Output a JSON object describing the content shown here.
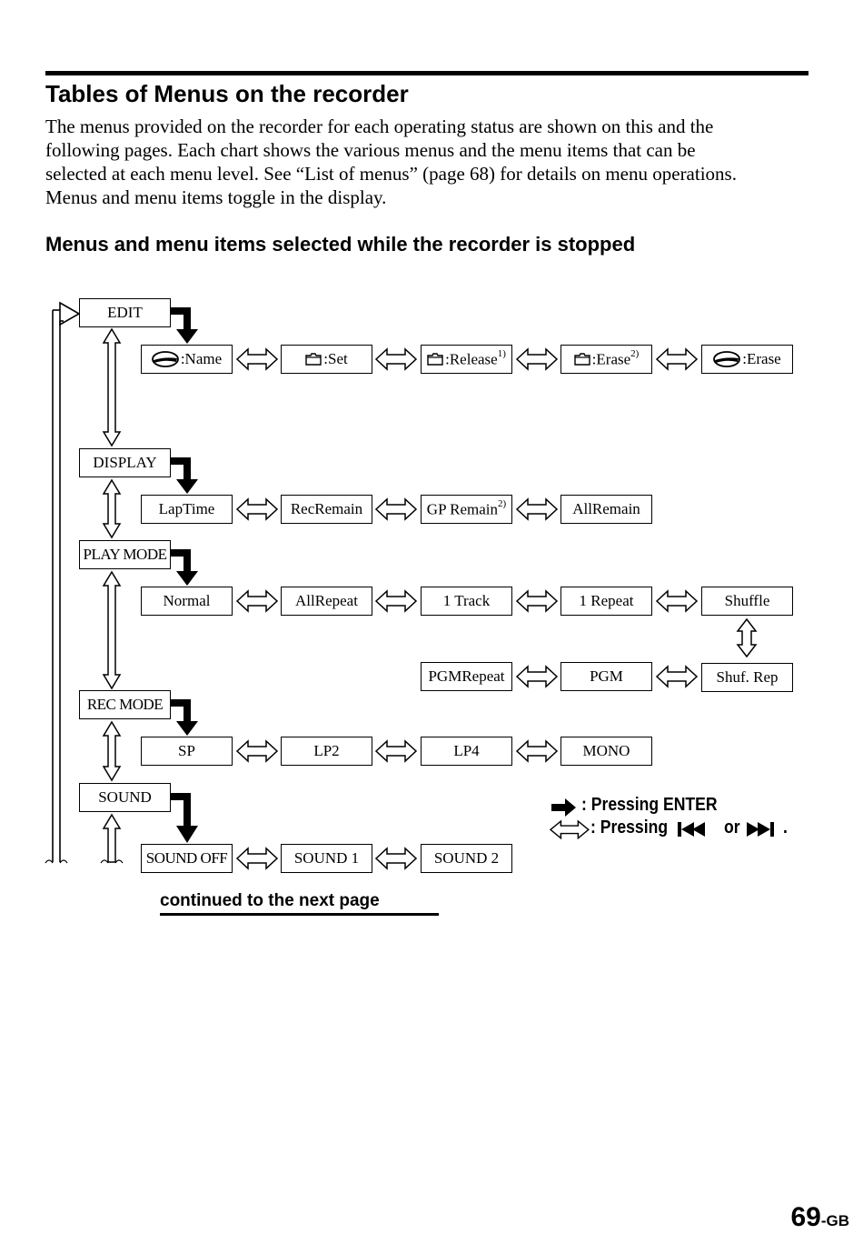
{
  "page": {
    "title": "Tables of Menus on the recorder",
    "intro_lines": [
      "The menus provided on the recorder for each operating status are shown on this and the",
      "following pages. Each chart shows the various menus and the menu items that can be",
      "selected at each menu level. See “List of menus” (page 68) for details on menu operations.",
      "Menus and menu items toggle in the display."
    ],
    "section_title": "Menus and menu items selected while the recorder is stopped",
    "continued": "continued to the next page",
    "page_number": "69",
    "page_suffix": "-GB"
  },
  "menus": {
    "edit": "EDIT",
    "display": "DISPLAY",
    "play_mode": "PLAY MODE",
    "rec_mode": "REC MODE",
    "sound": "SOUND"
  },
  "items": {
    "edit": [
      {
        "icon": "disc-icon",
        "text": ":Name",
        "note": ""
      },
      {
        "icon": "folder-icon",
        "text": ":Set",
        "note": ""
      },
      {
        "icon": "folder-icon",
        "text": ":Release",
        "note": "1)"
      },
      {
        "icon": "folder-icon",
        "text": ":Erase",
        "note": "2)"
      },
      {
        "icon": "disc-icon",
        "text": ":Erase",
        "note": ""
      }
    ],
    "display": [
      {
        "text": "LapTime",
        "note": ""
      },
      {
        "text": "RecRemain",
        "note": ""
      },
      {
        "text": "GP Remain",
        "note": "2)"
      },
      {
        "text": "AllRemain",
        "note": ""
      }
    ],
    "play_mode": {
      "row1": [
        "Normal",
        "AllRepeat",
        "1 Track",
        "1 Repeat",
        "Shuffle"
      ],
      "row2": [
        "PGMRepeat",
        "PGM",
        "Shuf. Rep"
      ]
    },
    "rec_mode": [
      "SP",
      "LP2",
      "LP4",
      "MONO"
    ],
    "sound": [
      "SOUND OFF",
      "SOUND 1",
      "SOUND 2"
    ]
  },
  "legend": {
    "enter": ": Pressing ENTER",
    "pressing": ": Pressing",
    "or": "or",
    "period": "."
  }
}
